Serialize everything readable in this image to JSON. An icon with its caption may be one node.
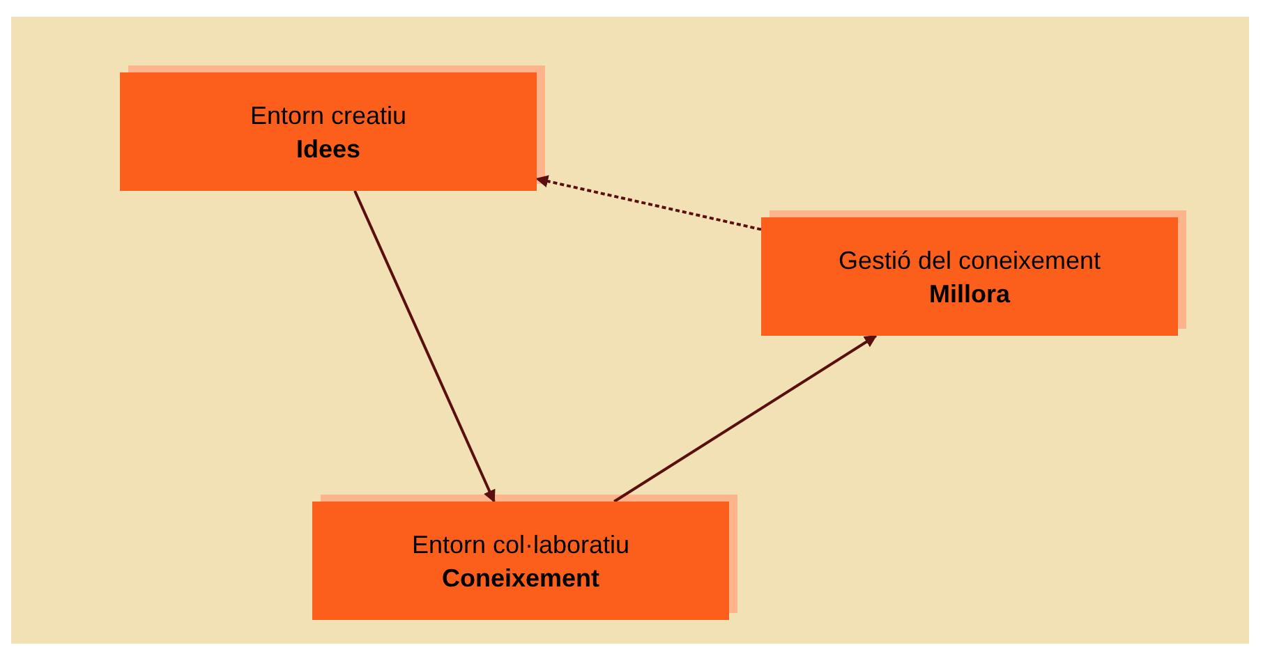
{
  "diagram": {
    "nodes": [
      {
        "text": [
          "Entorn creatiu",
          "Idees"
        ]
      },
      {
        "text": [
          "Gestió del coneixement",
          "Millora"
        ]
      },
      {
        "text": [
          "Entorn col·laboratiu",
          "Coneixement"
        ]
      }
    ],
    "edges": [
      {
        "from": 0,
        "to": 2,
        "arrow": "to"
      },
      {
        "from": 2,
        "to": 1,
        "arrow": "to"
      },
      {
        "from": 1,
        "to": 0,
        "arrow": "to",
        "style": "dashed"
      }
    ]
  }
}
